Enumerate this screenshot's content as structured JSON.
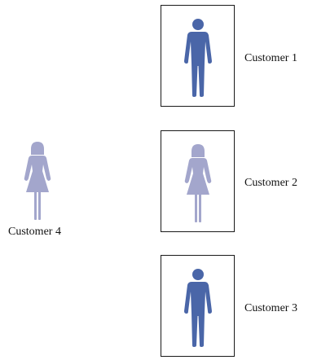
{
  "customers": [
    {
      "label": "Customer 1",
      "gender": "male",
      "color": "#4a66a8",
      "boxed": true
    },
    {
      "label": "Customer 2",
      "gender": "female",
      "color": "#a3a6cc",
      "boxed": true
    },
    {
      "label": "Customer 3",
      "gender": "male",
      "color": "#4a66a8",
      "boxed": true
    },
    {
      "label": "Customer 4",
      "gender": "female",
      "color": "#a3a6cc",
      "boxed": false
    }
  ],
  "icons": {
    "male": "male-person-icon",
    "female": "female-person-icon"
  }
}
